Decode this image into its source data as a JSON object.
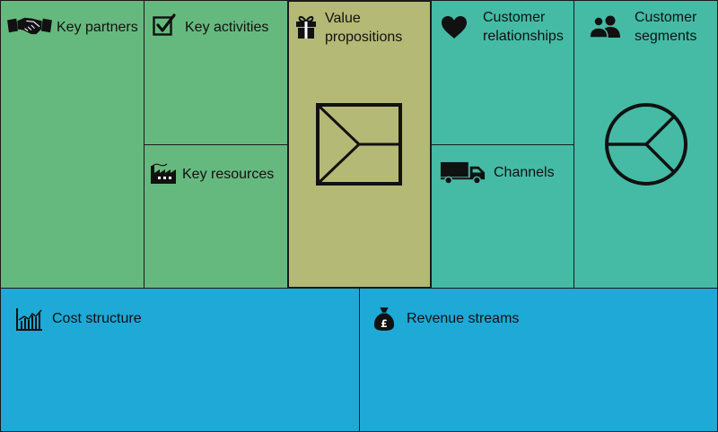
{
  "canvas": {
    "colors": {
      "green": "#66b97e",
      "value": "#b5b976",
      "teal": "#45bba6",
      "blue": "#1ea9d6",
      "border": "#1a1a1a"
    }
  },
  "blocks": {
    "key_partners": {
      "label": "Key partners",
      "icon": "handshake-icon"
    },
    "key_activities": {
      "label": "Key activities",
      "icon": "checkbox-icon"
    },
    "key_resources": {
      "label": "Key resources",
      "icon": "factory-icon"
    },
    "value_propositions": {
      "label_line1": "Value",
      "label_line2": "propositions",
      "icon": "gift-icon",
      "graphic": "canvas-outline-graphic"
    },
    "customer_relationships": {
      "label_line1": "Customer",
      "label_line2": "relationships",
      "icon": "heart-icon"
    },
    "channels": {
      "label": "Channels",
      "icon": "truck-icon"
    },
    "customer_segments": {
      "label_line1": "Customer",
      "label_line2": "segments",
      "icon": "users-icon",
      "graphic": "pie-segments-graphic"
    },
    "cost_structure": {
      "label": "Cost structure",
      "icon": "bar-chart-icon"
    },
    "revenue_streams": {
      "label": "Revenue streams",
      "icon": "money-bag-icon",
      "currency_symbol": "£"
    }
  }
}
